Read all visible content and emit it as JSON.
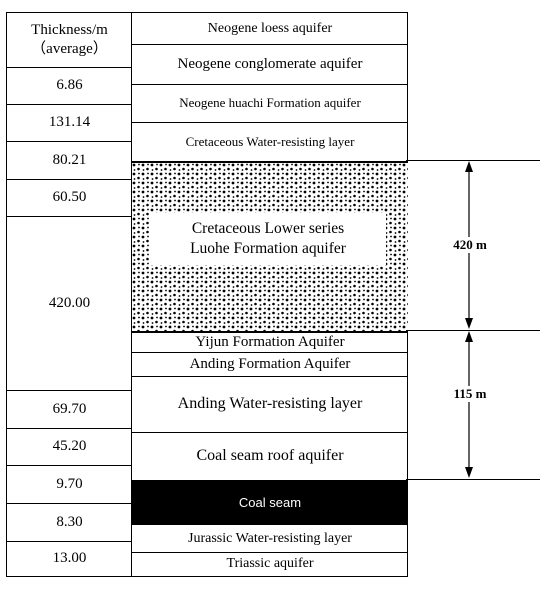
{
  "thickness_header": {
    "line1": "Thickness/m",
    "line2": "（average）"
  },
  "thickness_rows": [
    {
      "value": "6.86"
    },
    {
      "value": "131.14"
    },
    {
      "value": "80.21"
    },
    {
      "value": "60.50"
    },
    {
      "value": "420.00"
    },
    {
      "value": "69.70"
    },
    {
      "value": "45.20"
    },
    {
      "value": "9.70"
    },
    {
      "value": "8.30"
    },
    {
      "value": "13.00"
    }
  ],
  "layers": [
    {
      "name": "Neogene loess aquifer"
    },
    {
      "name": "Neogene conglomerate aquifer"
    },
    {
      "name": "Neogene huachi Formation aquifer"
    },
    {
      "name": "Cretaceous Water-resisting layer"
    },
    {
      "name": "Cretaceous Lower series Luohe Formation aquifer",
      "line1": "Cretaceous Lower series",
      "line2": "Luohe Formation aquifer",
      "pattern": "stippled"
    },
    {
      "name": "Yijun Formation Aquifer"
    },
    {
      "name": "Anding Formation Aquifer"
    },
    {
      "name": "Anding Water-resisting layer"
    },
    {
      "name": "Coal seam roof aquifer"
    },
    {
      "name": "Coal seam",
      "fill": "#000000",
      "text_color": "#ffffff"
    },
    {
      "name": "Jurassic Water-resisting layer"
    },
    {
      "name": "Triassic aquifer"
    }
  ],
  "dimensions": [
    {
      "label": "420 m"
    },
    {
      "label": "115 m"
    }
  ]
}
